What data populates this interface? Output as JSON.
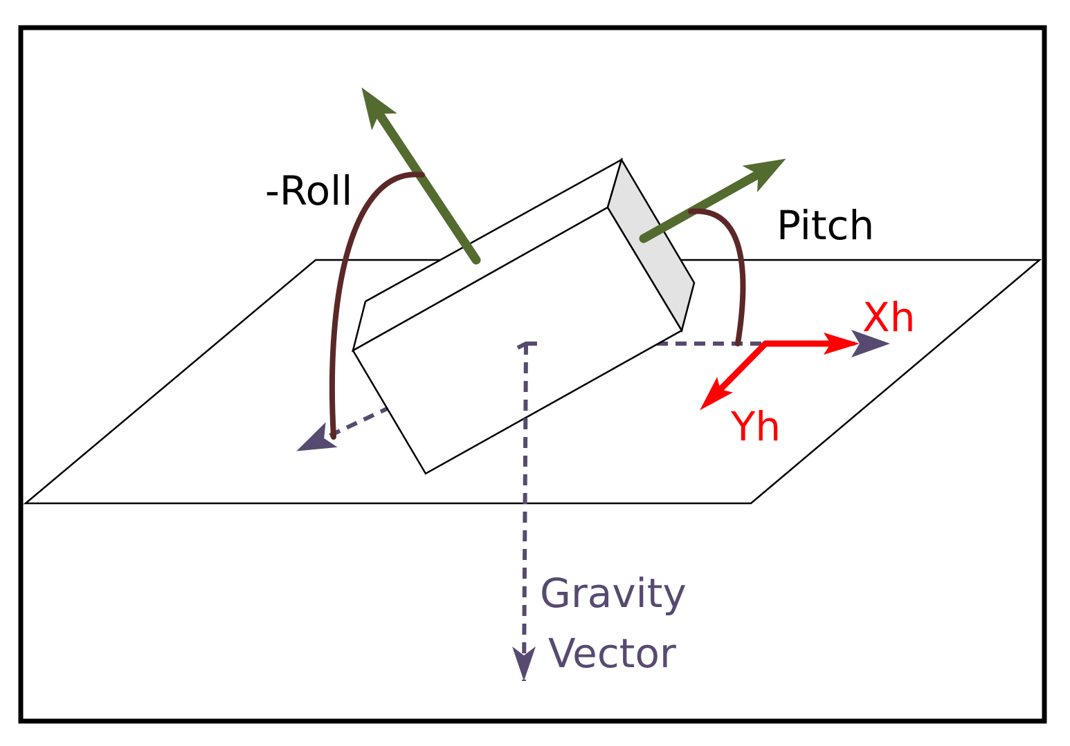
{
  "colors": {
    "frame": "#000000",
    "outline": "#000000",
    "side_face_fill": "#e3e3e3",
    "axis_green": "#546b2f",
    "arc_brown": "#5c2727",
    "dashed_purple": "#574a70",
    "horizontal_axes_red": "#ff0000"
  },
  "labels": {
    "roll": "-Roll",
    "pitch": "Pitch",
    "xh": "Xh",
    "yh": "Yh",
    "gravity_line1": "Gravity",
    "gravity_line2": "Vector"
  },
  "icons": {
    "roll_axis": "green-arrow",
    "pitch_axis": "green-arrow",
    "gravity": "dashed-arrow-down",
    "xh_axis": "red-arrow",
    "yh_axis": "red-arrow"
  }
}
